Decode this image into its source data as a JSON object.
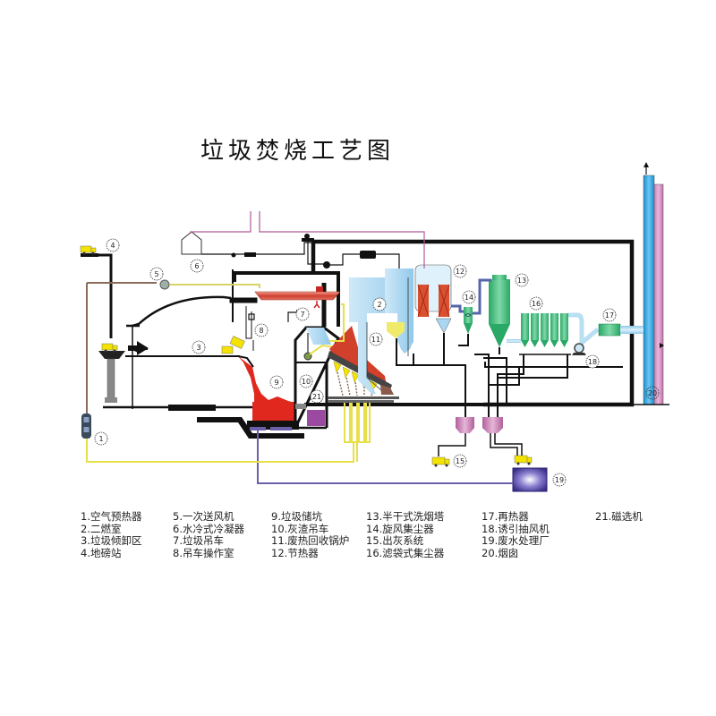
{
  "title": "垃圾焚烧工艺图",
  "legend_columns": [
    [
      "1.空气预热器",
      "2.二燃室",
      "3.垃圾倾卸区",
      "4.地磅站"
    ],
    [
      "5.一次送风机",
      "6.水冷式冷凝器",
      "7.垃圾吊车",
      "8.吊车操作室"
    ],
    [
      "9.垃圾储坑",
      "10.灰渣吊车",
      "11.废热回收锅炉",
      "12.节热器"
    ],
    [
      "13.半干式洗烟塔",
      "14.旋风集尘器",
      "15.出灰系统",
      "16.滤袋式集尘器"
    ],
    [
      "17.再热器",
      "18.诱引抽风机",
      "19.废水处理厂",
      "20.烟囱"
    ],
    [
      "21.磁选机"
    ]
  ],
  "markers": {
    "m1": "1",
    "m2": "2",
    "m3": "3",
    "m4": "4",
    "m5": "5",
    "m6": "6",
    "m7": "7",
    "m8": "8",
    "m9": "9",
    "m10": "10",
    "m11": "11",
    "m12": "12",
    "m13": "13",
    "m14": "14",
    "m15": "15",
    "m16": "16",
    "m17": "17",
    "m18": "18",
    "m19": "19",
    "m20": "20",
    "m21": "21"
  },
  "colors": {
    "pipe_black": "#111111",
    "waste_red": "#e0281e",
    "boiler_blue": "#a9d6f0",
    "equipment_green": "#3cb878",
    "ash_pink": "#c77fb0",
    "chimney_blue": "#2fa6e0",
    "chimney_pink": "#d88fc4",
    "air_yellow": "#e8e04a",
    "water_purple": "#6a5fa8",
    "truck_yellow": "#f4e200"
  }
}
